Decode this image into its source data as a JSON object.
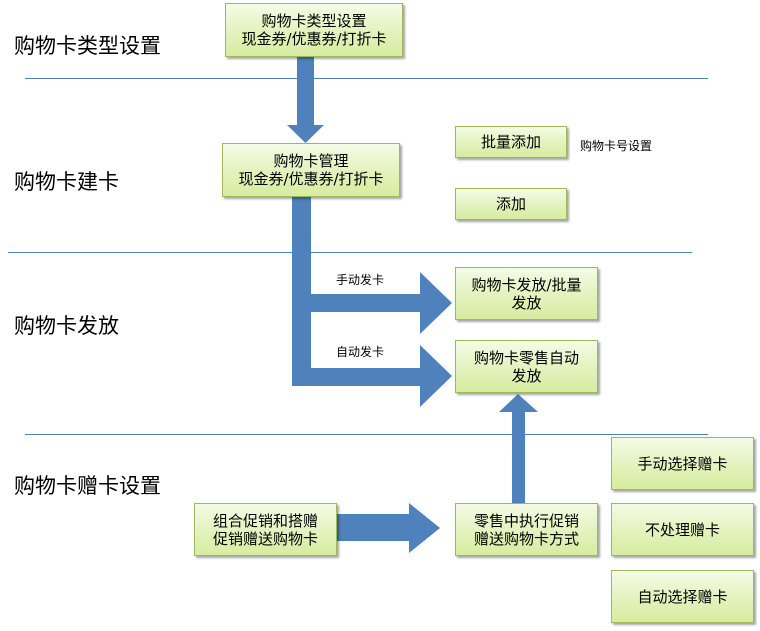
{
  "stages": [
    {
      "id": "type-setup",
      "label": "购物卡类型设置"
    },
    {
      "id": "create",
      "label": "购物卡建卡"
    },
    {
      "id": "issue",
      "label": "购物卡发放"
    },
    {
      "id": "gift",
      "label": "购物卡赠卡设置"
    }
  ],
  "nodes": {
    "type_setup": {
      "line1": "购物卡类型设置",
      "line2": "现金券/优惠券/打折卡"
    },
    "card_mgmt": {
      "line1": "购物卡管理",
      "line2": "现金券/优惠券/打折卡"
    },
    "batch_add": {
      "line1": "批量添加"
    },
    "add": {
      "line1": "添加"
    },
    "issue_batch": {
      "line1": "购物卡发放/批量",
      "line2": "发放"
    },
    "retail_auto": {
      "line1": "购物卡零售自动",
      "line2": "发放"
    },
    "promo_gift": {
      "line1": "组合促销和搭赠",
      "line2": "促销赠送购物卡"
    },
    "retail_promo": {
      "line1": "零售中执行促销",
      "line2": "赠送购物卡方式"
    },
    "manual_select": {
      "line1": "手动选择赠卡"
    },
    "no_handle": {
      "line1": "不处理赠卡"
    },
    "auto_select": {
      "line1": "自动选择赠卡"
    }
  },
  "annotations": {
    "card_no_setup": "购物卡号设置",
    "manual_issue": "手动发卡",
    "auto_issue": "自动发卡"
  },
  "colors": {
    "arrow": "#4f81bd",
    "separator": "#4f81bd",
    "box_border": "#9bbb59",
    "box_fill": "#e3f2bd"
  },
  "edges": [
    {
      "from": "type_setup",
      "to": "card_mgmt"
    },
    {
      "from": "card_mgmt",
      "to": "issue_batch",
      "label": "手动发卡"
    },
    {
      "from": "card_mgmt",
      "to": "retail_auto",
      "label": "自动发卡"
    },
    {
      "from": "promo_gift",
      "to": "retail_promo"
    },
    {
      "from": "retail_promo",
      "to": "retail_auto"
    }
  ]
}
